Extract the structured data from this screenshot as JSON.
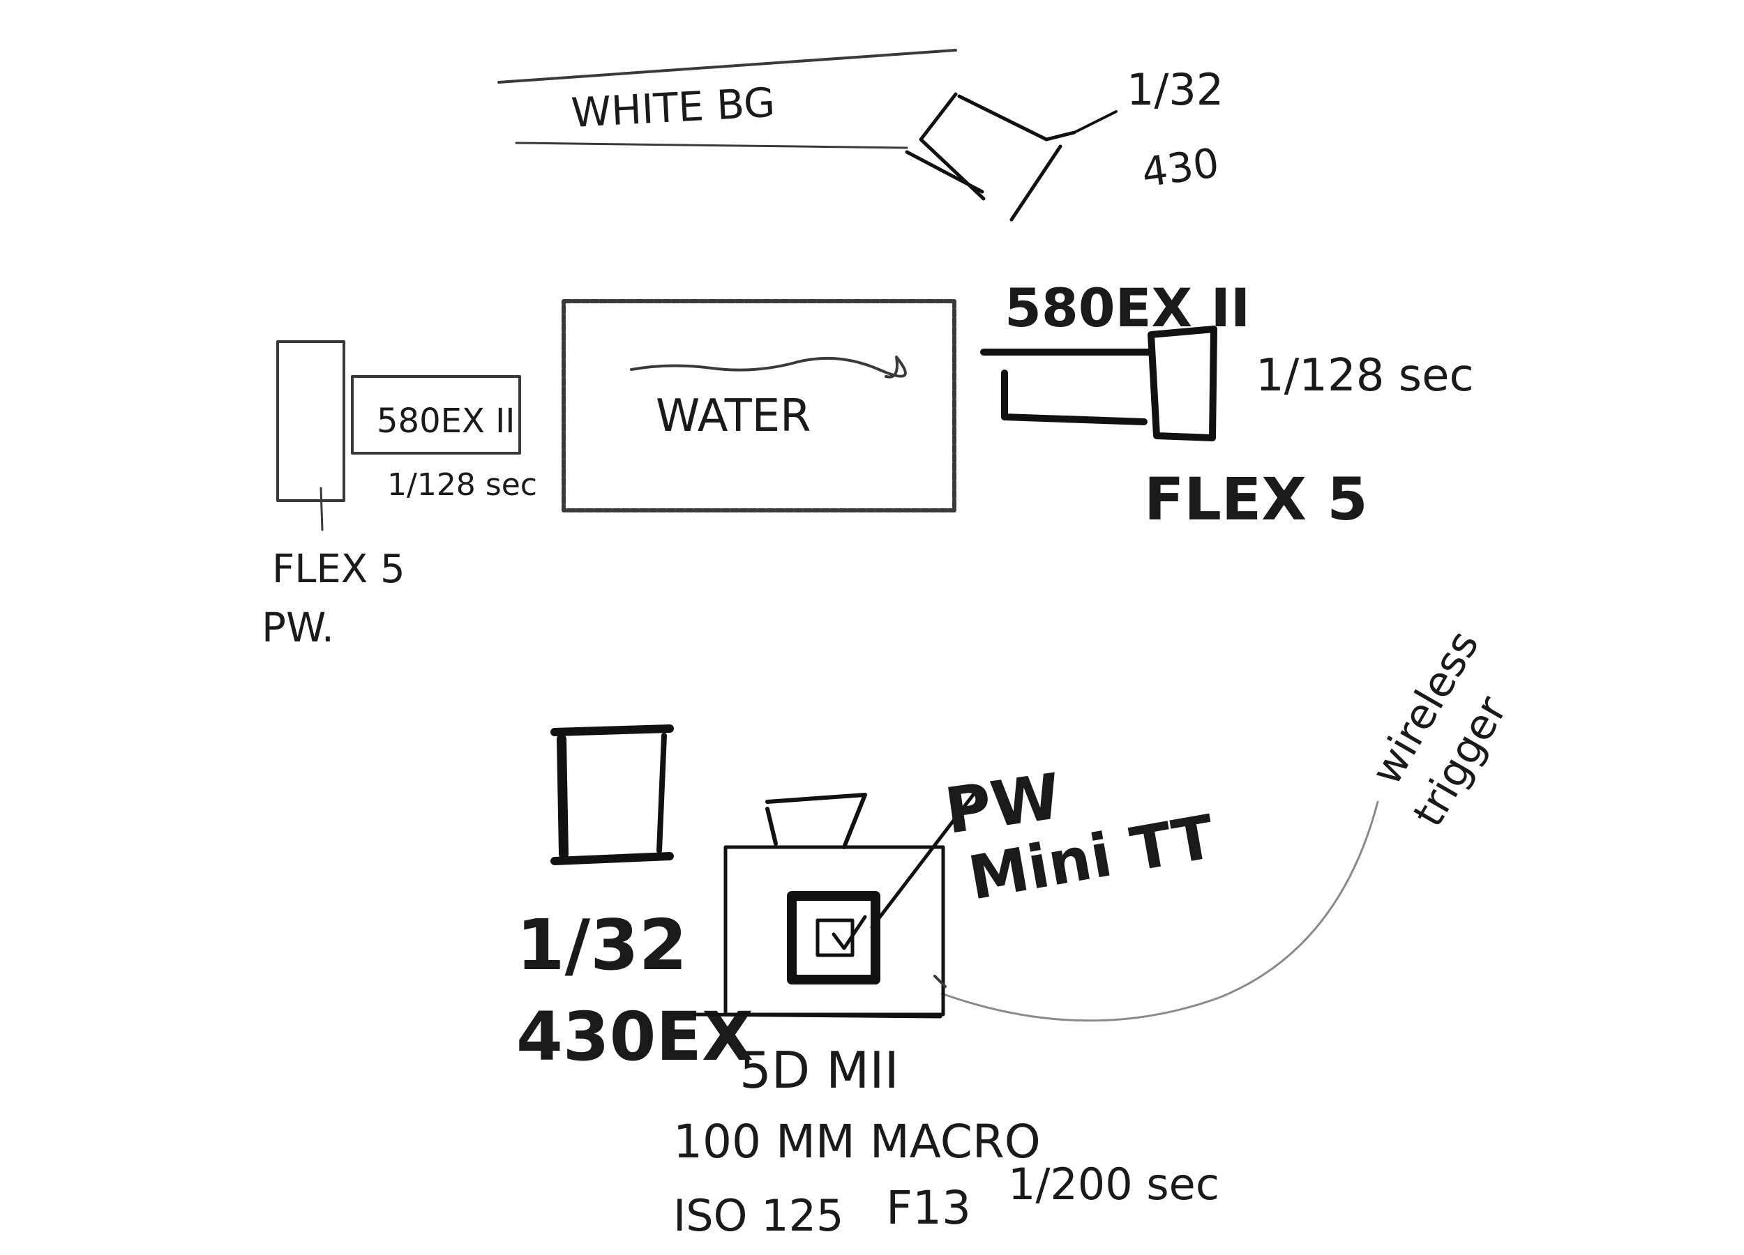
{
  "labels": {
    "white_bg": "WHITE BG",
    "top_flash_power": "1/32",
    "top_flash_model": "430",
    "right_flash_model": "580EX II",
    "right_flash_speed": "1/128 sec",
    "right_trigger": "FLEX 5",
    "left_flash_model": "580EX II",
    "left_flash_speed": "1/128 sec",
    "left_trigger_line1": "FLEX 5",
    "left_trigger_line2": "PW.",
    "water": "WATER",
    "wireless_line1": "wireless",
    "wireless_line2": "trigger",
    "camera_trigger_line1": "PW",
    "camera_trigger_line2": "Mini TT",
    "bottom_flash_power": "1/32",
    "bottom_flash_model": "430EX",
    "camera_body": "5D MII",
    "camera_lens": "100 MM MACRO",
    "camera_iso": "ISO 125",
    "camera_aperture": "F13",
    "camera_shutter": "1/200 sec"
  },
  "colors": {
    "ink": "#111111",
    "pencil": "#3a3a3a",
    "paper": "#ffffff"
  }
}
